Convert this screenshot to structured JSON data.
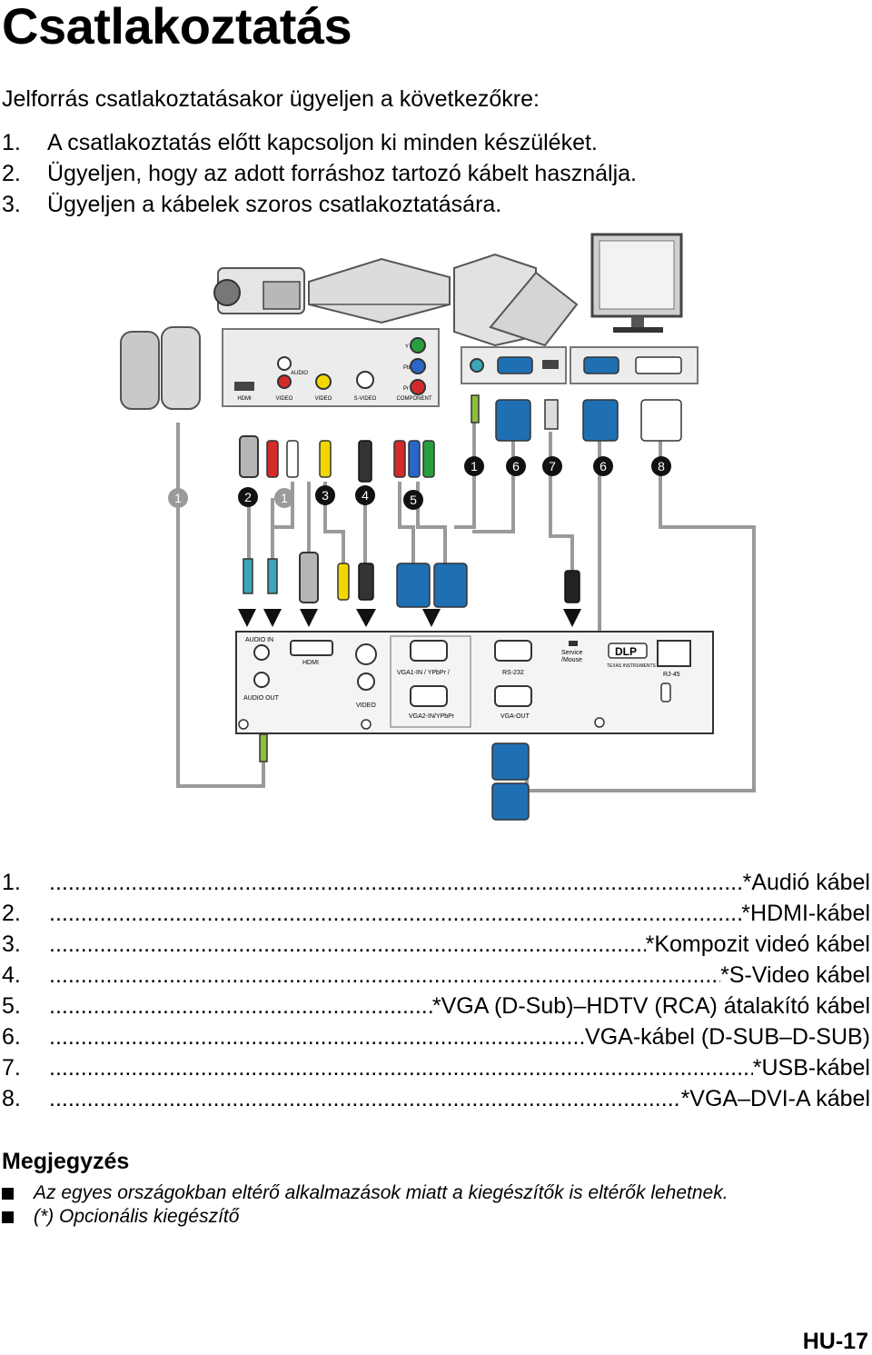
{
  "title": "Csatlakoztatás",
  "intro": "Jelforrás csatlakoztatásakor ügyeljen a következőkre:",
  "steps": [
    {
      "num": "1.",
      "text": "A csatlakoztatás előtt kapcsoljon ki minden készüléket."
    },
    {
      "num": "2.",
      "text": "Ügyeljen, hogy az adott forráshoz tartozó kábelt használja."
    },
    {
      "num": "3.",
      "text": "Ügyeljen a kábelek szoros csatlakoztatására."
    }
  ],
  "diagram": {
    "source_ports": {
      "hdmi": "HDMI",
      "audio": "AUDIO",
      "video_1": "VIDEO",
      "video_2": "VIDEO",
      "svideo": "S-VIDEO",
      "component": "COMPONENT",
      "y": "Y",
      "pb": "Pb",
      "pr": "Pr"
    },
    "callouts": [
      "1",
      "6",
      "7",
      "6",
      "8",
      "1",
      "2",
      "1",
      "3",
      "4",
      "5"
    ],
    "projector_ports": {
      "audio_in": "AUDIO IN",
      "hdmi": "HDMI",
      "vga1": "VGA1-IN / YPbPr / ",
      "rs232": "RS-232",
      "service": "Service",
      "mouse": "/Mouse",
      "dlp_logo": "DLP",
      "ti": "TEXAS INSTRUMENTS",
      "rj45": "RJ-45",
      "audio_out": "AUDIO OUT",
      "video": "VIDEO",
      "vga2": "VGA2-IN/YPbPr",
      "vga_out": "VGA-OUT"
    }
  },
  "legend": [
    {
      "num": "1.",
      "text": "*Audió kábel"
    },
    {
      "num": "2.",
      "text": "*HDMI-kábel"
    },
    {
      "num": "3.",
      "text": "*Kompozit videó kábel"
    },
    {
      "num": "4.",
      "text": "*S-Video kábel"
    },
    {
      "num": "5.",
      "text": "*VGA (D-Sub)–HDTV (RCA) átalakító kábel"
    },
    {
      "num": "6.",
      "text": "VGA-kábel (D-SUB–D-SUB)"
    },
    {
      "num": "7.",
      "text": "*USB-kábel"
    },
    {
      "num": "8.",
      "text": "*VGA–DVI-A kábel"
    }
  ],
  "note_heading": "Megjegyzés",
  "notes": [
    "Az egyes országokban eltérő alkalmazások miatt a kiegészítők is eltérők lehetnek.",
    "(*) Opcionális kiegészítő"
  ],
  "page_number": "HU-17",
  "colors": {
    "cable_gray": "#9a9a9a",
    "vga_blue": "#1f6fb3",
    "rca_red": "#d42a2a",
    "rca_yellow": "#f2d600",
    "rca_green": "#2a9d3f",
    "rca_blue": "#2a66c7",
    "audio_teal": "#3aa6b8",
    "audio_green": "#8dbf3a"
  }
}
